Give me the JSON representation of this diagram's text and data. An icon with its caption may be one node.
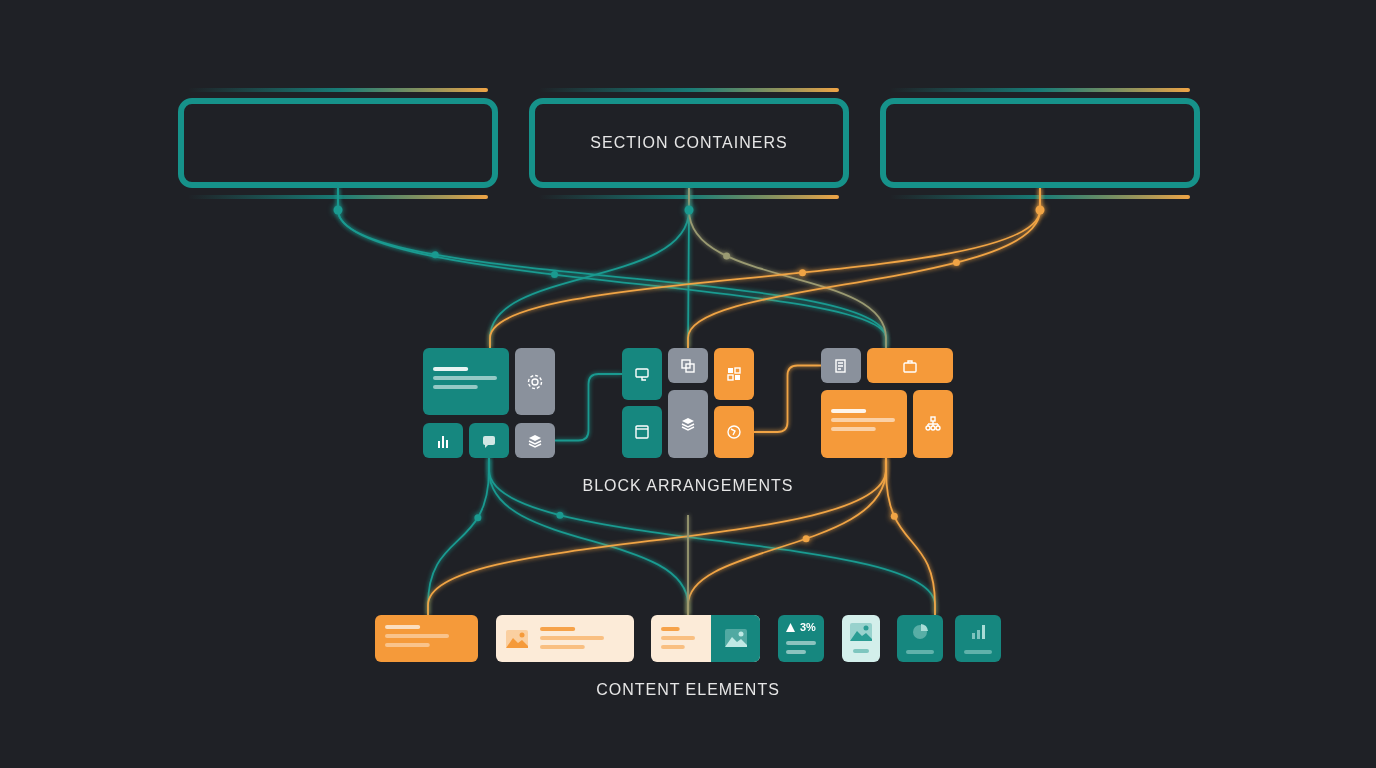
{
  "diagram": {
    "nodes": [
      {
        "text": [],
        "shape": "box"
      },
      {
        "text": [
          "SECTION CONTAINERS"
        ]
      },
      {
        "text": [],
        "shape": "box"
      },
      {
        "text": [],
        "shape": "box"
      },
      {
        "text": [],
        "shape": "box"
      },
      {
        "text": [],
        "shape": "box"
      },
      {
        "text": [],
        "shape": "box"
      },
      {
        "text": [],
        "shape": "box"
      },
      {
        "text": [],
        "shape": "box"
      },
      {
        "text": [],
        "shape": "box"
      },
      {
        "text": [],
        "shape": "box"
      },
      {
        "text": [],
        "shape": "box"
      },
      {
        "text": [],
        "shape": "box"
      },
      {
        "text": [],
        "shape": "box"
      },
      {
        "text": [],
        "shape": "box"
      },
      {
        "text": [],
        "shape": "box"
      },
      {
        "text": [],
        "shape": "box"
      },
      {
        "text": [],
        "shape": "box"
      },
      {
        "text": [],
        "shape": "box"
      },
      {
        "text": [],
        "shape": "box"
      },
      {
        "text": [],
        "shape": "box"
      },
      {
        "text": [
          "3%"
        ]
      },
      {
        "text": [],
        "shape": "box"
      },
      {
        "text": [],
        "shape": "box"
      },
      {
        "text": [],
        "shape": "box"
      }
    ],
    "edges": [
      {
        "from": 0,
        "to": 15,
        "arrow": "none"
      },
      {
        "from": 0,
        "to": 15,
        "arrow": "none"
      },
      {
        "from": 1,
        "to": 3,
        "arrow": "none"
      },
      {
        "from": 1,
        "to": 9,
        "arrow": "none"
      },
      {
        "from": 1,
        "to": 15,
        "arrow": "none",
        "color": "#9a9a72"
      },
      {
        "from": 2,
        "to": 3,
        "arrow": "none",
        "color": "#f0a445"
      },
      {
        "from": 2,
        "to": 9,
        "arrow": "none",
        "color": "#f0a445"
      },
      {
        "from": 7,
        "to": 8,
        "arrow": "none"
      },
      {
        "from": 13,
        "to": 14,
        "arrow": "none",
        "color": "#f0a445"
      },
      {
        "from": 6,
        "to": 18,
        "arrow": "none"
      },
      {
        "from": 6,
        "to": 20,
        "arrow": "none"
      },
      {
        "from": 6,
        "to": 23,
        "arrow": "none"
      },
      {
        "from": 16,
        "to": 18,
        "arrow": "none",
        "color": "#f0a445"
      },
      {
        "from": 16,
        "to": 20,
        "arrow": "none",
        "color": "#f0a445"
      },
      {
        "from": 16,
        "to": 23,
        "arrow": "none",
        "color": "#f0a445"
      },
      {
        "from": null,
        "to": 20,
        "arrow": "none",
        "color": "#9a9a72"
      }
    ],
    "labels": [
      "BLOCK ARRANGEMENTS",
      "CONTENT ELEMENTS"
    ]
  }
}
